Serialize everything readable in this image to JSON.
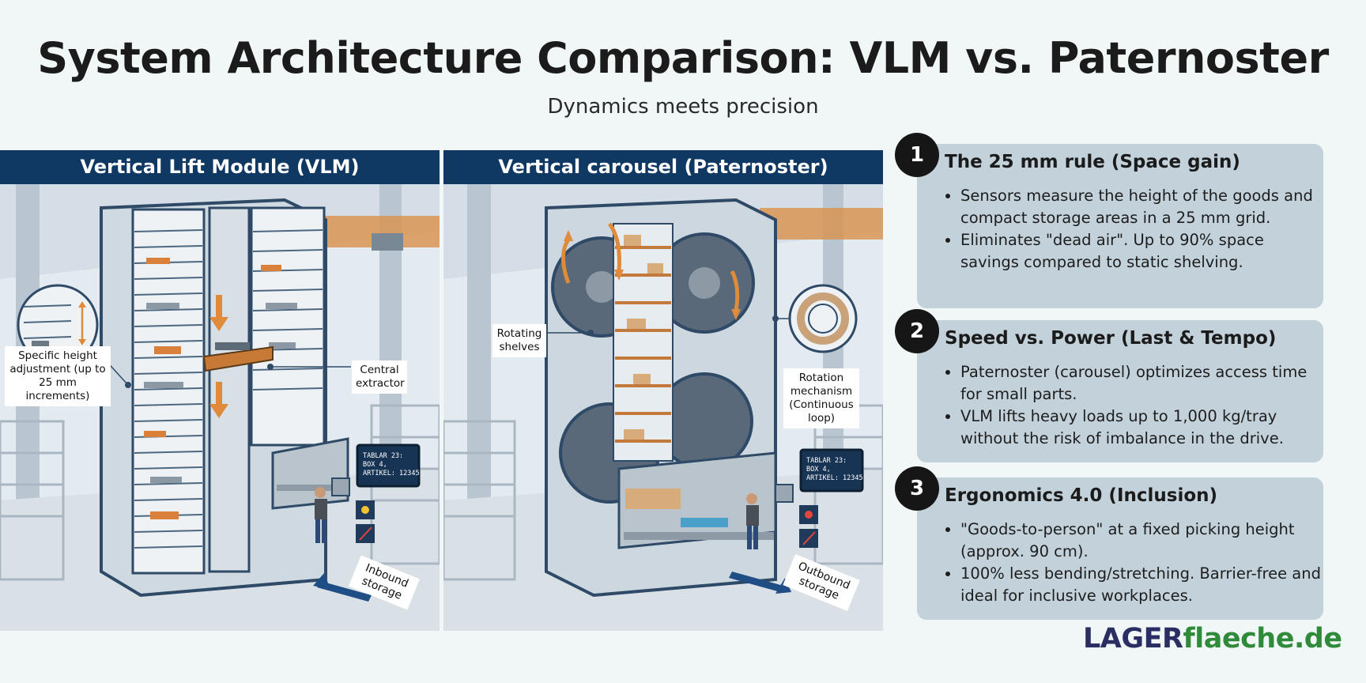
{
  "header": {
    "title": "System Architecture Comparison: VLM vs. Paternoster",
    "subtitle": "Dynamics meets precision"
  },
  "panels": {
    "vlm": {
      "title": "Vertical Lift Module (VLM)",
      "callout_height": "Specific height adjustment (up to 25 mm increments)",
      "callout_extractor": "Central extractor",
      "screen_lines": [
        "TABLAR 23:",
        "BOX 4,",
        "ARTIKEL: 12345"
      ],
      "sign": "Inbound storage"
    },
    "paternoster": {
      "title": "Vertical carousel (Paternoster)",
      "callout_shelves": "Rotating shelves",
      "callout_mechanism": "Rotation mechanism (Continuous loop)",
      "screen_lines": [
        "TABLAR 23:",
        "BOX 4,",
        "ARTIKEL: 12345"
      ],
      "sign": "Outbound storage"
    }
  },
  "cards": [
    {
      "number": "1",
      "title": "The 25 mm rule (Space gain)",
      "bullets": [
        "Sensors measure the height of the goods and compact storage areas in a 25 mm grid.",
        "Eliminates \"dead air\". Up to 90% space savings compared to static shelving."
      ]
    },
    {
      "number": "2",
      "title": "Speed vs. Power (Last & Tempo)",
      "bullets": [
        "Paternoster (carousel) optimizes access time for small parts.",
        "VLM lifts heavy loads up to 1,000 kg/tray without the risk of imbalance in the drive."
      ]
    },
    {
      "number": "3",
      "title": "Ergonomics 4.0 (Inclusion)",
      "bullets": [
        "\"Goods-to-person\" at a fixed picking height (approx. 90 cm).",
        "100% less bending/stretching. Barrier-free and ideal for inclusive workplaces."
      ]
    }
  ],
  "logo": {
    "part1": "LAGER",
    "part2": "flaeche.de"
  },
  "colors": {
    "header_bar": "#0f3863",
    "card_bg": "#c2d1da",
    "accent_orange": "#e08a3c",
    "logo_blue": "#2b2e63",
    "logo_green": "#2f8a3a"
  }
}
